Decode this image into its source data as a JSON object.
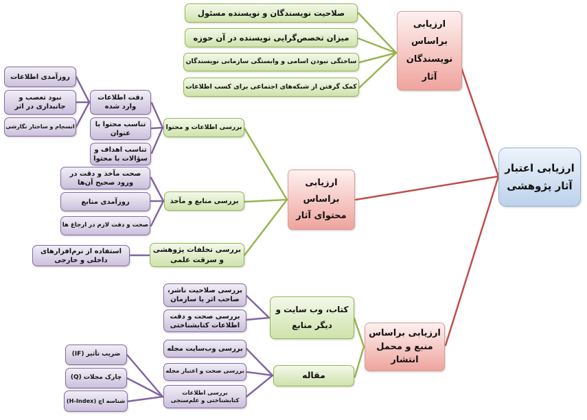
{
  "title": "ارزیابی اعتبار آثار پژوهشی",
  "colors": {
    "root_fill": "#bcd2eb",
    "root_border": "#8fb0d3",
    "branch_fill": "#efa49e",
    "branch_border": "#d49c98",
    "green_fill": "#cfe3ab",
    "green_border": "#94b64e",
    "purple_fill": "#cbc0db",
    "purple_border": "#8467a5",
    "line_red": "#bf4c49",
    "line_green": "#94b64e",
    "line_purple": "#8064a2"
  },
  "nodes": {
    "root": "ارزیابی اعتبار آثار پژوهشی",
    "authors": "ارزیابی براساس نویسندگان آثار",
    "content": "ارزیابی براساس محتوای آثار",
    "source": "ارزیابی براساس منبع و محمل انتشار",
    "author_competence": "صلاحیت نویسندگان و نویسنده مسئول",
    "specialization": "میزان تخصص‌گرایی نویسنده در آن حوزه",
    "real_names": "ساختگی نبودن اسامی و وابستگی سازمانی نویسندگان",
    "social_networks": "کمک گرفتن از شبکه‌های اجتماعی برای کسب اطلاعات",
    "info_content": "بررسی اطلاعات و محتوا",
    "references": "بررسی منابع و مآخذ",
    "misconduct": "بررسی تخلفات پژوهشی و سرقت علمی",
    "books_websites": "کتاب، وب سایت و دیگر منابع",
    "article": "مقاله",
    "currency_info": "روزآمدی اطلاعات",
    "no_bias": "نبود تعصب و جانبداری در اثر",
    "coherence": "انسجام و ساختار نگارشی",
    "accuracy_entered": "دقت اطلاعات وارد شده",
    "title_fit": "تناسب محتوا با عنوان",
    "goals_fit": "تناسب اهداف و سؤالات با محتوا",
    "ref_accuracy": "صحت مآخذ و دقت در ورود صحیح آن‌ها",
    "ref_currency": "روزآمدی منابع",
    "citation_accuracy": "صحت و دقت لازم در ارجاع ها",
    "software": "استفاده از نرم‌افزارهای داخلی و خارجی",
    "publisher": "بررسی صلاحیت ناشر، صاحب اثر یا سازمان",
    "biblio_accuracy": "بررسی صحت و دقت اطلاعات کتابشناختی",
    "journal_site": "بررسی وب‌سایت مجله",
    "journal_validity": "بررسی صحت و اعتبار مجله",
    "scientometrics": "بررسی اطلاعات کتابشناختی و علم‌سنجی",
    "impact_factor": "ضریب تأثیر (IF)",
    "quartile": "چارک مجلات (Q)",
    "h_index": "شناسه اچ (H-Index)"
  }
}
